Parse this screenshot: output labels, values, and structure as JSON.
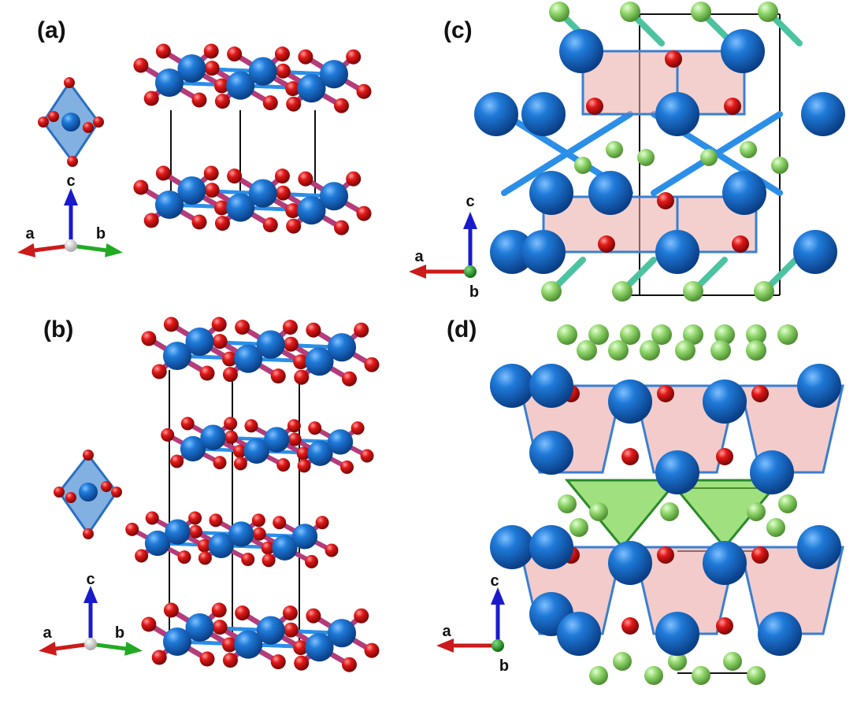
{
  "panels": [
    {
      "label": "(a)",
      "axes": {
        "vertical": "c",
        "left": "a",
        "right": "b"
      }
    },
    {
      "label": "(b)",
      "axes": {
        "vertical": "c",
        "left": "a",
        "right": "b"
      }
    },
    {
      "label": "(c)",
      "axes": {
        "vertical": "c",
        "left": "a",
        "depth": "b"
      }
    },
    {
      "label": "(d)",
      "axes": {
        "vertical": "c",
        "left": "a",
        "depth": "b"
      }
    }
  ],
  "colors": {
    "metal_atom": "#1a6fc9",
    "oxygen_atom": "#d61414",
    "halide_atom": "#7fcf5a",
    "bond_metal": "#2b8fe8",
    "bond_oxygen": "#b43c7a",
    "octahedron_fill": "#e9a9a6",
    "tetra_fill": "#6fcf3a",
    "axis_c": "#1a1acc",
    "axis_a": "#cc1a1a",
    "axis_b": "#22aa22"
  }
}
